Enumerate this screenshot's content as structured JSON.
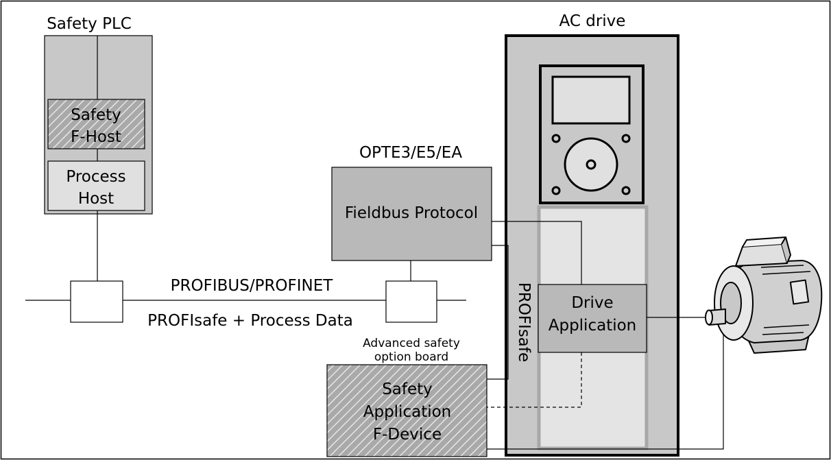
{
  "plc": {
    "title": "Safety PLC",
    "f_host_line1": "Safety",
    "f_host_line2": "F-Host",
    "process_host_line1": "Process",
    "process_host_line2": "Host"
  },
  "network": {
    "bus_label": "PROFIBUS/PROFINET",
    "data_label": "PROFIsafe + Process Data"
  },
  "option_board": {
    "title": "OPTE3/E5/EA",
    "protocol_label": "Fieldbus Protocol"
  },
  "safety_board": {
    "caption_line1": "Advanced safety",
    "caption_line2": "option board",
    "line1": "Safety",
    "line2": "Application",
    "line3": "F-Device"
  },
  "drive": {
    "title": "AC drive",
    "profisafe_label": "PROFIsafe",
    "app_line1": "Drive",
    "app_line2": "Application"
  },
  "colors": {
    "frame_gray": "#c8c8c8",
    "box_gray": "#b9b9b9",
    "light_box": "#e0e0e0",
    "inner_panel": "#e4e4e4",
    "hatch_bg": "#a9a9a9"
  },
  "icons": {
    "keypad": "keypad-icon",
    "motor": "motor-icon"
  }
}
